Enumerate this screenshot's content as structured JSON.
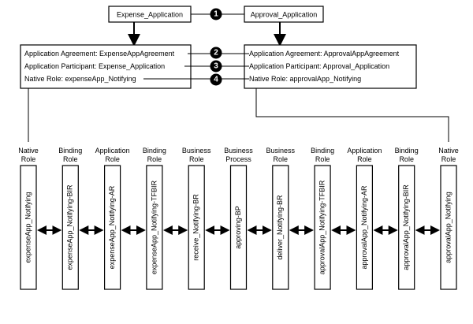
{
  "top": {
    "left_app": "Expense_Application",
    "right_app": "Approval_Application"
  },
  "badges": [
    "1",
    "2",
    "3",
    "4"
  ],
  "left_details": {
    "agreement": "Application Agreement: ExpenseAppAgreement",
    "participant": "Application Participant: Expense_Application",
    "native_role": "Native Role: expenseApp_Notifying"
  },
  "right_details": {
    "agreement": "Application Agreement: ApprovalAppAgreement",
    "participant": "Application Participant: Approval_Application",
    "native_role": "Native Role: approvalApp_Notifying"
  },
  "columns": [
    {
      "header": [
        "Native",
        "Role"
      ],
      "label": "expenseApp_Notifying"
    },
    {
      "header": [
        "Binding",
        "Role"
      ],
      "label": "expenseApp_Notifying-BIR"
    },
    {
      "header": [
        "Application",
        "Role"
      ],
      "label": "expenseApp_Notifying-AR"
    },
    {
      "header": [
        "Binding",
        "Role"
      ],
      "label": "expenseApp_Notifying-TFBIR"
    },
    {
      "header": [
        "Business",
        "Role"
      ],
      "label": "receive_Notifying-BR"
    },
    {
      "header": [
        "Business",
        "Process"
      ],
      "label": "approving-BP"
    },
    {
      "header": [
        "Business",
        "Role"
      ],
      "label": "deliver_Notifying-BR"
    },
    {
      "header": [
        "Binding",
        "Role"
      ],
      "label": "approvalApp_Notifying-TFBIR"
    },
    {
      "header": [
        "Application",
        "Role"
      ],
      "label": "approvalApp_Notifying-AR"
    },
    {
      "header": [
        "Binding",
        "Role"
      ],
      "label": "approvalApp_Notifying-BIR"
    },
    {
      "header": [
        "Native",
        "Role"
      ],
      "label": "approvalApp_Notifying"
    }
  ]
}
